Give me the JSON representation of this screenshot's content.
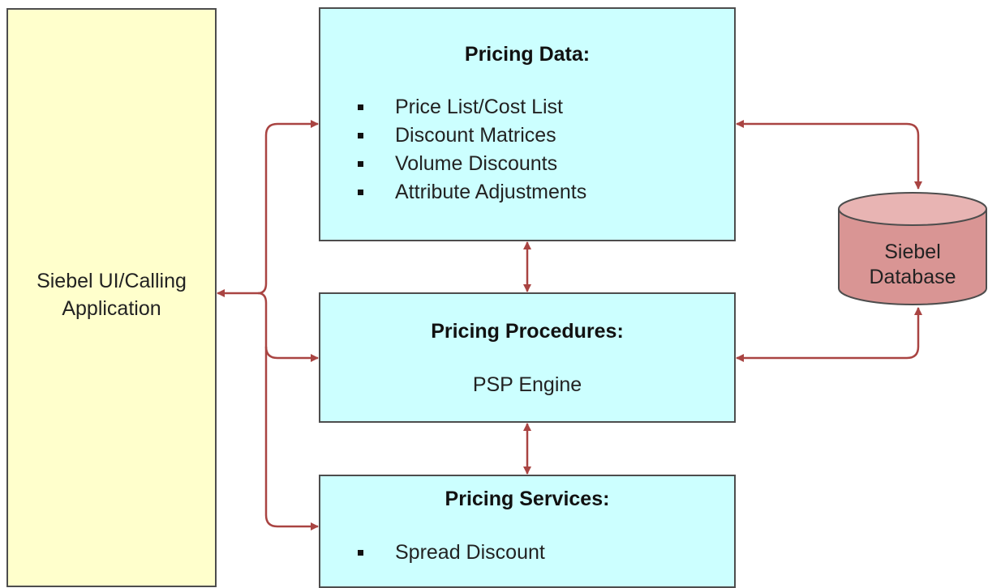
{
  "left_panel": {
    "label_line1": "Siebel UI/Calling",
    "label_line2": "Application"
  },
  "pricing_data": {
    "title": "Pricing Data:",
    "items": [
      "Price List/Cost List",
      "Discount Matrices",
      "Volume Discounts",
      "Attribute Adjustments"
    ]
  },
  "pricing_procedures": {
    "title": "Pricing Procedures:",
    "subtitle": "PSP Engine"
  },
  "pricing_services": {
    "title": "Pricing Services:",
    "items": [
      "Spread Discount"
    ]
  },
  "database": {
    "label_line1": "Siebel",
    "label_line2": "Database"
  },
  "colors": {
    "left_panel_fill": "#ffffcc",
    "box_fill": "#ccffff",
    "database_fill": "#d99594",
    "arrow": "#a94442"
  }
}
